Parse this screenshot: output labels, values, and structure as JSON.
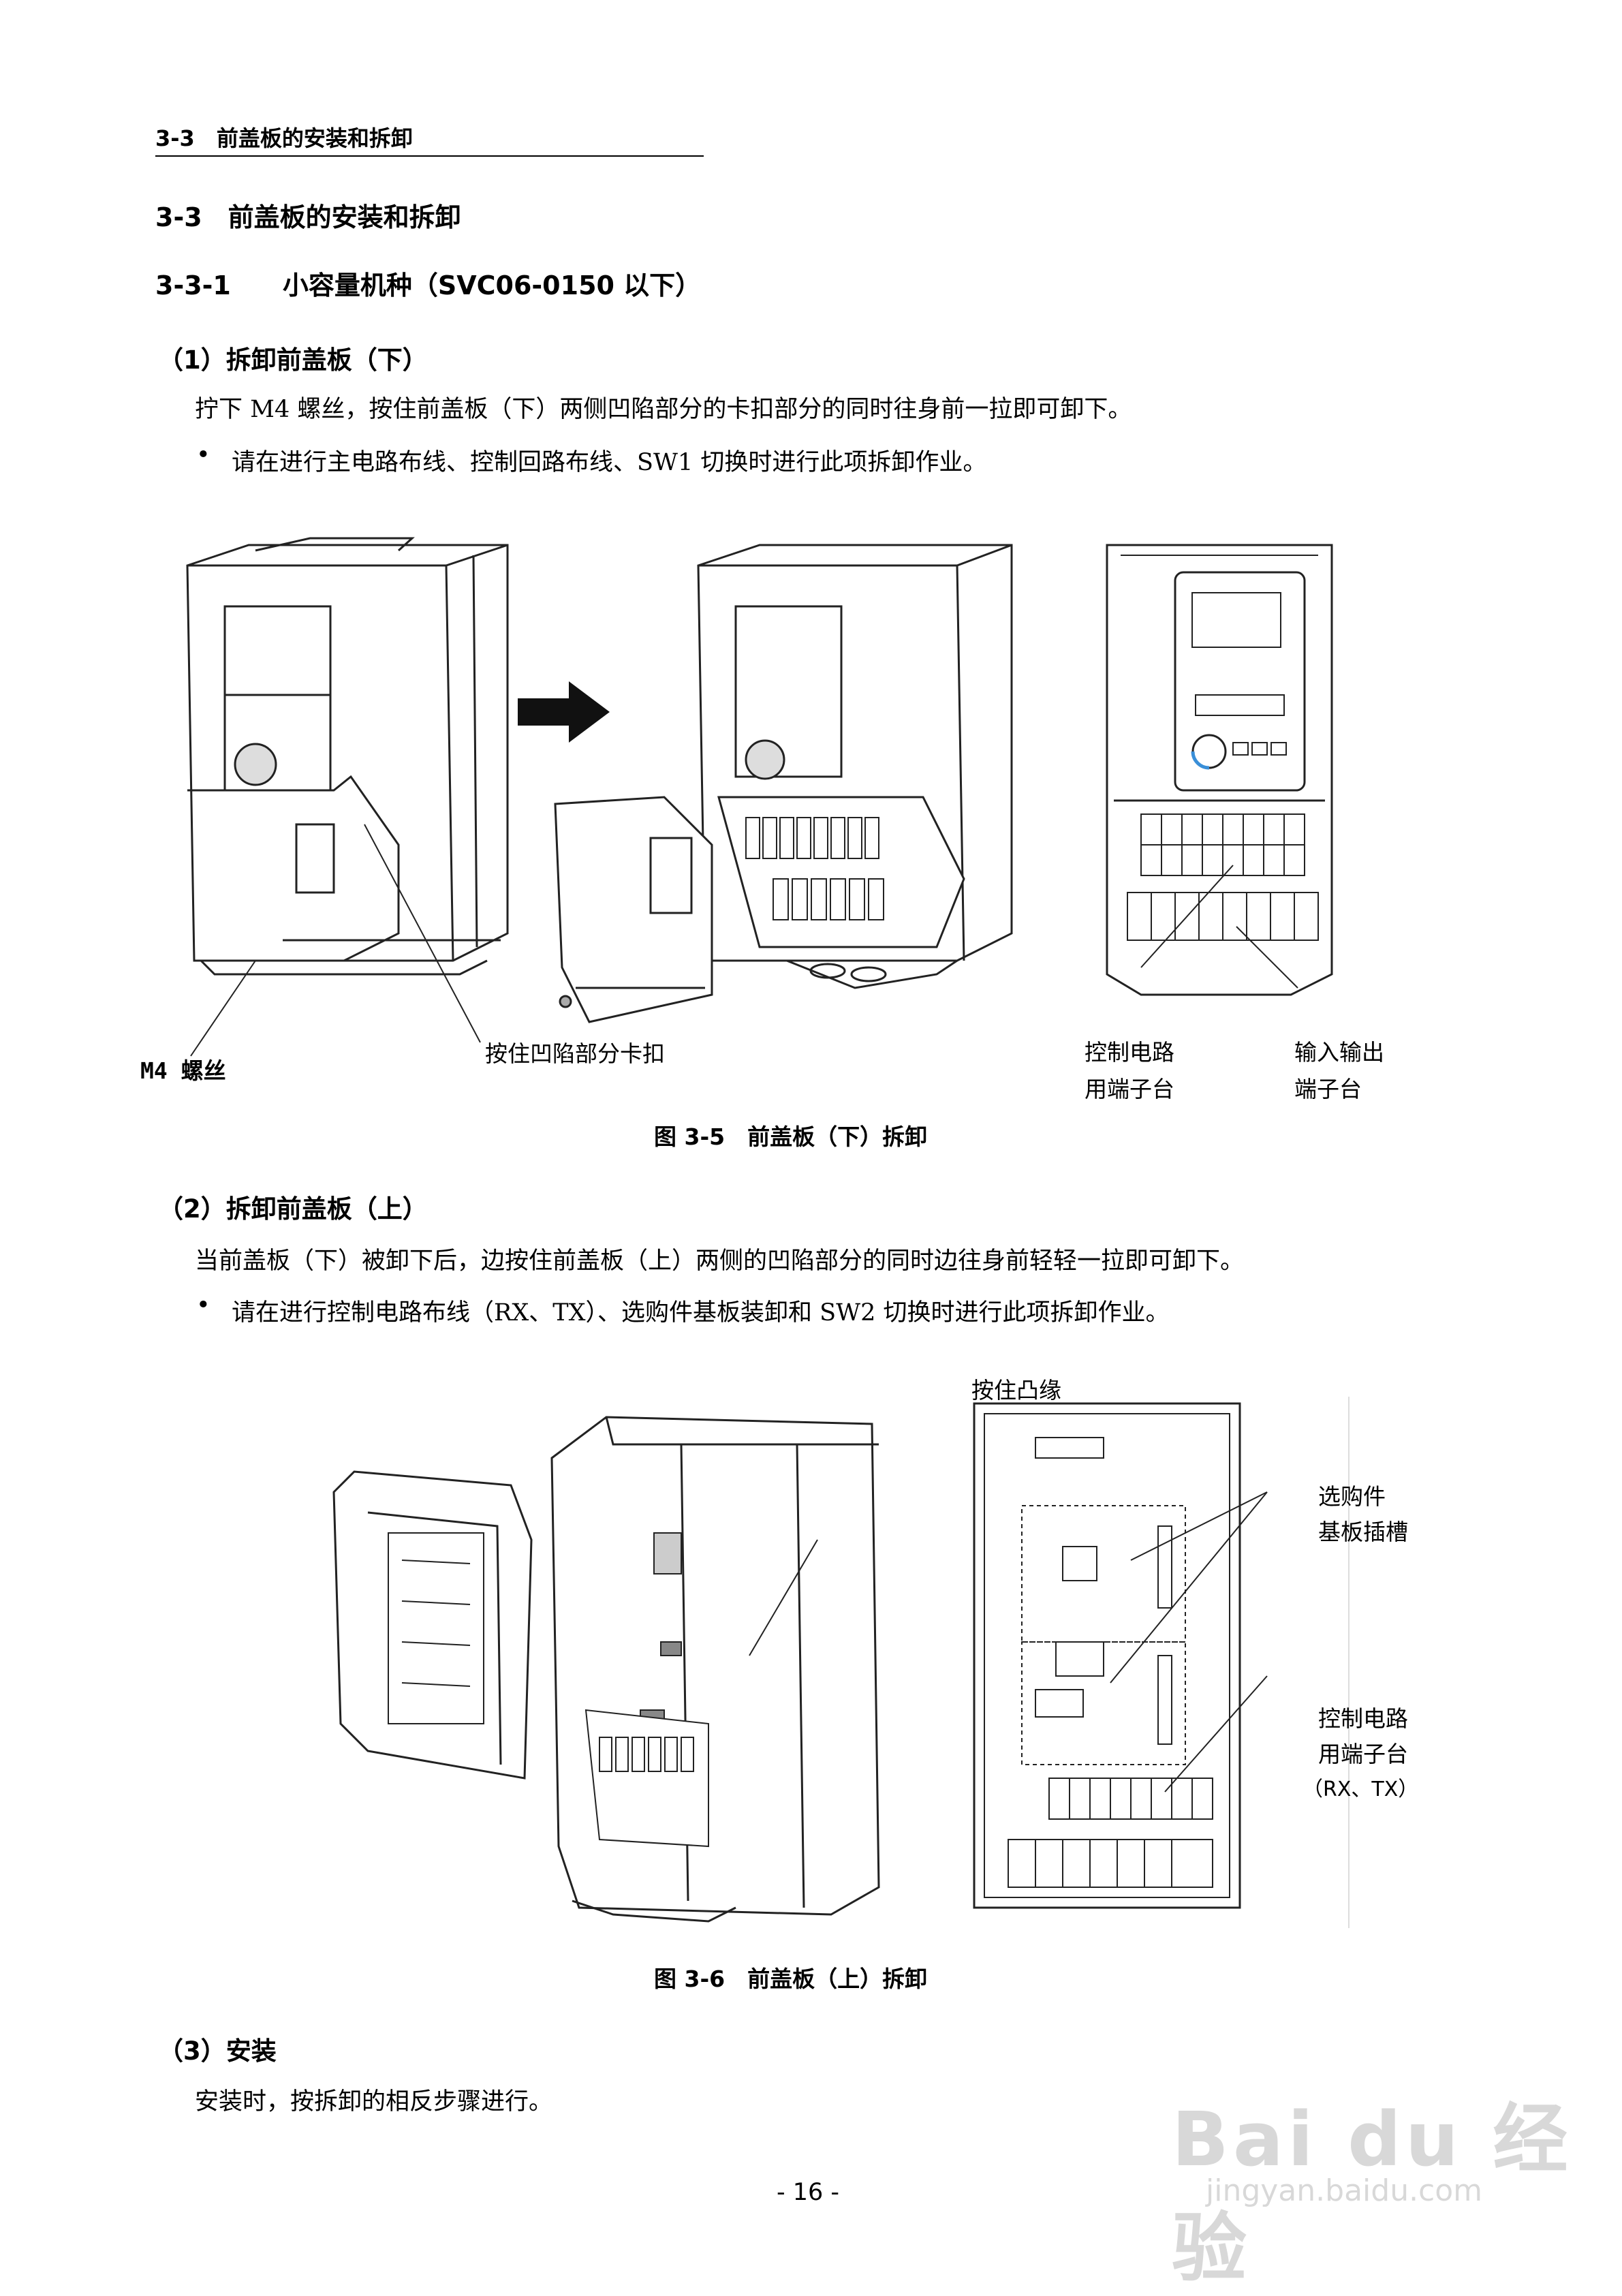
{
  "header": {
    "running_title": "3-3　前盖板的安装和拆卸"
  },
  "section": {
    "title": "3-3　前盖板的安装和拆卸"
  },
  "subsection": {
    "title": "3-3-1　　小容量机种（SVC06-0150 以下）"
  },
  "step1": {
    "title": "（1）拆卸前盖板（下）",
    "text": "拧下 M4 螺丝，按住前盖板（下）两侧凹陷部分的卡扣部分的同时往身前一拉即可卸下。",
    "bullet": "请在进行主电路布线、控制回路布线、SW1 切换时进行此项拆卸作业。"
  },
  "figure5": {
    "label_m4": "M4 螺丝",
    "label_press": "按住凹陷部分卡扣",
    "label_ctrl_line1": "控制电路",
    "label_ctrl_line2": "用端子台",
    "label_io_line1": "输入输出",
    "label_io_line2": "端子台",
    "caption": "图 3-5　前盖板（下）拆卸"
  },
  "step2": {
    "title": "（2）拆卸前盖板（上）",
    "text": "当前盖板（下）被卸下后，边按住前盖板（上）两侧的凹陷部分的同时边往身前轻轻一拉即可卸下。",
    "bullet": "请在进行控制电路布线（RX、TX）、选购件基板装卸和 SW2 切换时进行此项拆卸作业。"
  },
  "figure6": {
    "label_flange": "按住凸缘",
    "label_option_line1": "选购件",
    "label_option_line2": "基板插槽",
    "label_ctrl_line1": "控制电路",
    "label_ctrl_line2": "用端子台",
    "label_ctrl_line3": "（RX、TX）",
    "caption": "图 3-6　前盖板（上）拆卸"
  },
  "step3": {
    "title": "（3）安装",
    "text": "安装时，按拆卸的相反步骤进行。"
  },
  "footer": {
    "page_number": "- 16 -"
  },
  "watermark": {
    "brand": "Bai du 经验",
    "url": "jingyan.baidu.com"
  }
}
